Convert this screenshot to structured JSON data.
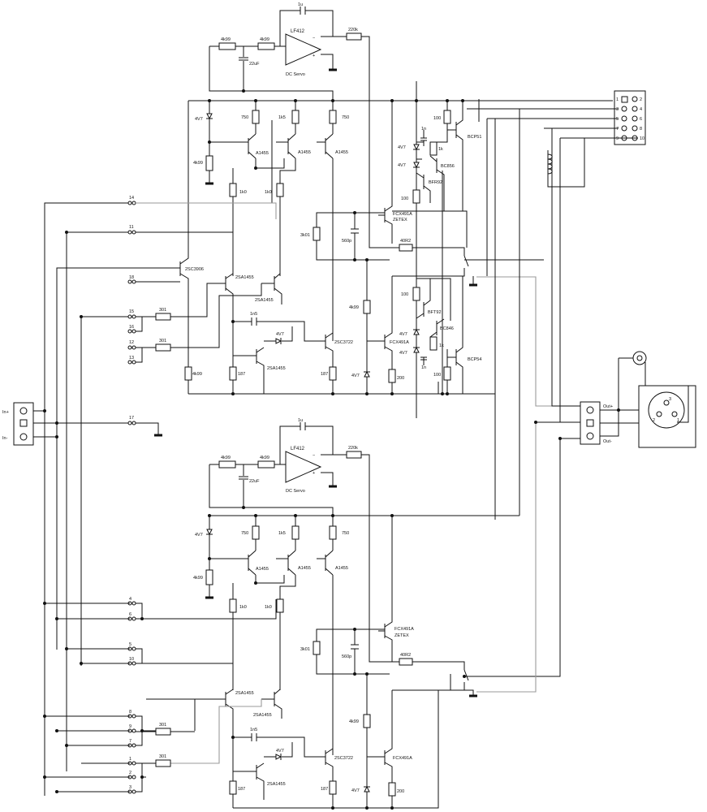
{
  "servo_top": {
    "opamp": "LF412",
    "title": "DC Servo",
    "r_in1": "4k99",
    "r_in2": "4k99",
    "cap": "22uF",
    "fb_cap": "1u",
    "r_out": "220k"
  },
  "servo_bottom": {
    "opamp": "LF412",
    "title": "DC Servo",
    "r_in1": "4k99",
    "r_in2": "4k99",
    "cap": "22uF",
    "fb_cap": "1u",
    "r_out": "220k"
  },
  "top_amp": {
    "zener1": "4V7",
    "r750a": "750",
    "r1k5": "1k5",
    "r750b": "750",
    "q1": "A1455",
    "q2": "A1455",
    "q3": "A1455",
    "r4k99": "4k99",
    "r1k0a": "1k0",
    "r1k0b": "1k0",
    "q_in": "2SC3906",
    "q_diff1": "2SA1455",
    "q_diff2": "2SA1455",
    "r301a": "301",
    "r301b": "301",
    "cap1n5": "1n5",
    "zener2": "4V7",
    "q_vas": "2SC3722",
    "q_src": "2SA1455",
    "r187a": "187",
    "r187b": "187",
    "r4k99b": "4k99",
    "r3k01": "3k01",
    "c560p": "560p",
    "q_out_a": "FCX491A",
    "q_out_a2": "ZETEX",
    "r40r2": "40R2",
    "r4k99c": "4k99",
    "zener3": "4V7",
    "q_out_b": "FCX491A",
    "r200": "200",
    "z_a": "4V7",
    "z_b": "4V7",
    "c1n": "1n",
    "r1k": "1k",
    "r100a": "100",
    "q_bcp51": "BCP51",
    "q_bc856": "BC856",
    "q_bfr92": "BFR92",
    "r100b": "100",
    "r100c": "100",
    "q_bft92": "BFT92",
    "z_c": "4V7",
    "z_d": "4V7",
    "r1ka": "1k",
    "c1nb": "1n",
    "q_bc846": "BC846",
    "q_bcp54": "BCP54",
    "r100d": "100"
  },
  "bottom_amp": {
    "zener1": "4V7",
    "r750a": "750",
    "r1k5": "1k5",
    "r750b": "750",
    "q1": "A1455",
    "q2": "A1455",
    "q3": "A1455",
    "r4k99": "4k99",
    "r1k0a": "1k0",
    "r1k0b": "1k0",
    "q_diff1": "2SA1455",
    "q_diff2": "2SA1455",
    "r301a": "301",
    "r301b": "301",
    "cap1n5": "1n5",
    "zener2": "4V7",
    "q_vas": "2SC3722",
    "q_src": "2SA1455",
    "r187a": "187",
    "r187b": "187",
    "r3k01": "3k01",
    "c560p": "560p",
    "q_out_a": "FCX491A",
    "q_out_a2": "ZETEX",
    "r40r2": "40R2",
    "r4k99c": "4k99",
    "zener3": "4V7",
    "q_out_b": "FCX491A",
    "r200": "200"
  },
  "jumpers_top": [
    "14",
    "11",
    "18",
    "15",
    "16",
    "12",
    "13",
    "17"
  ],
  "jumpers_bottom": [
    "4",
    "6",
    "5",
    "10",
    "8",
    "9",
    "7",
    "1",
    "2",
    "3"
  ],
  "connector_in": {
    "plus": "In+",
    "minus": "In-"
  },
  "connector_out": {
    "plus": "Out+",
    "minus": "Out-"
  },
  "header_pins_left": [
    "1",
    "3",
    "5",
    "7",
    "9"
  ],
  "header_pins_right": [
    "2",
    "4",
    "6",
    "8",
    "10"
  ],
  "xlr_pins": [
    "1",
    "2",
    "3"
  ]
}
